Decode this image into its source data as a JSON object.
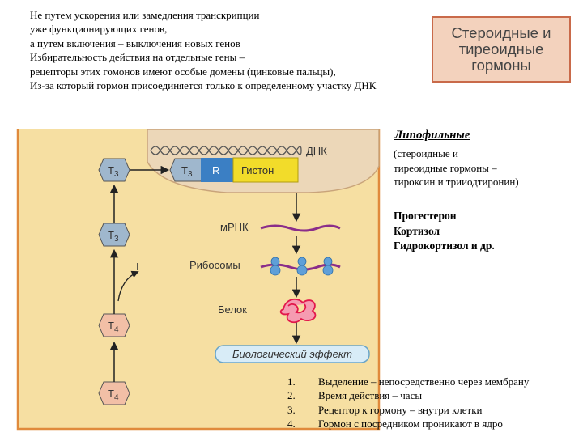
{
  "intro_lines": [
    "Не путем ускорения или замедления транскрипции",
    "уже функционирующих генов,",
    "а путем включения – выключения новых генов",
    "Избирательность действия  на отдельные гены –",
    "рецепторы этих гомонов имеют особые домены (цинковые пальцы),",
    "Из-за который гормон присоединяется только к определенному участку ДНК"
  ],
  "title_box": [
    "Стероидные и",
    "тиреоидные",
    "гормоны"
  ],
  "diagram": {
    "dna": "ДНК",
    "t3": "T",
    "t3_sub": "3",
    "t4": "T",
    "t4_sub": "4",
    "receptor": "R",
    "histone": "Гистон",
    "mrna": "мРНК",
    "ribosomes": "Рибосомы",
    "protein": "Белок",
    "iodide": "I⁻",
    "effect": "Биологический эффект"
  },
  "lipophilic": {
    "heading": "Липофильные",
    "desc": [
      "(стероидные  и",
      "тиреоидные гормоны –",
      "тироксин и трииодтиронин)"
    ]
  },
  "hormones": [
    "Прогестерон",
    "Кортизол",
    "Гидрокортизол и др."
  ],
  "properties": [
    {
      "num": "1.",
      "text": "Выделение – непосредственно через мембрану"
    },
    {
      "num": "2.",
      "text": "Время действия – часы"
    },
    {
      "num": "3.",
      "text": "Рецептор к гормону – внутри клетки"
    },
    {
      "num": "4.",
      "text": "Гормон с посредником проникают в ядро"
    }
  ],
  "colors": {
    "cell_fill": "#f6dfa2",
    "cell_border": "#e08a3c",
    "nucleus_fill": "#ecd7b8",
    "hormone_t3": "#9fb7cd",
    "hormone_t4": "#f2bfa6",
    "receptor_blue": "#3b7fc4",
    "histone_yellow": "#f2dc2a",
    "effect_box": "#d8ecf7",
    "protein_red": "#e2184c",
    "ribosome_blue": "#5f9fd8",
    "mrna_purple": "#8a2d8a"
  }
}
